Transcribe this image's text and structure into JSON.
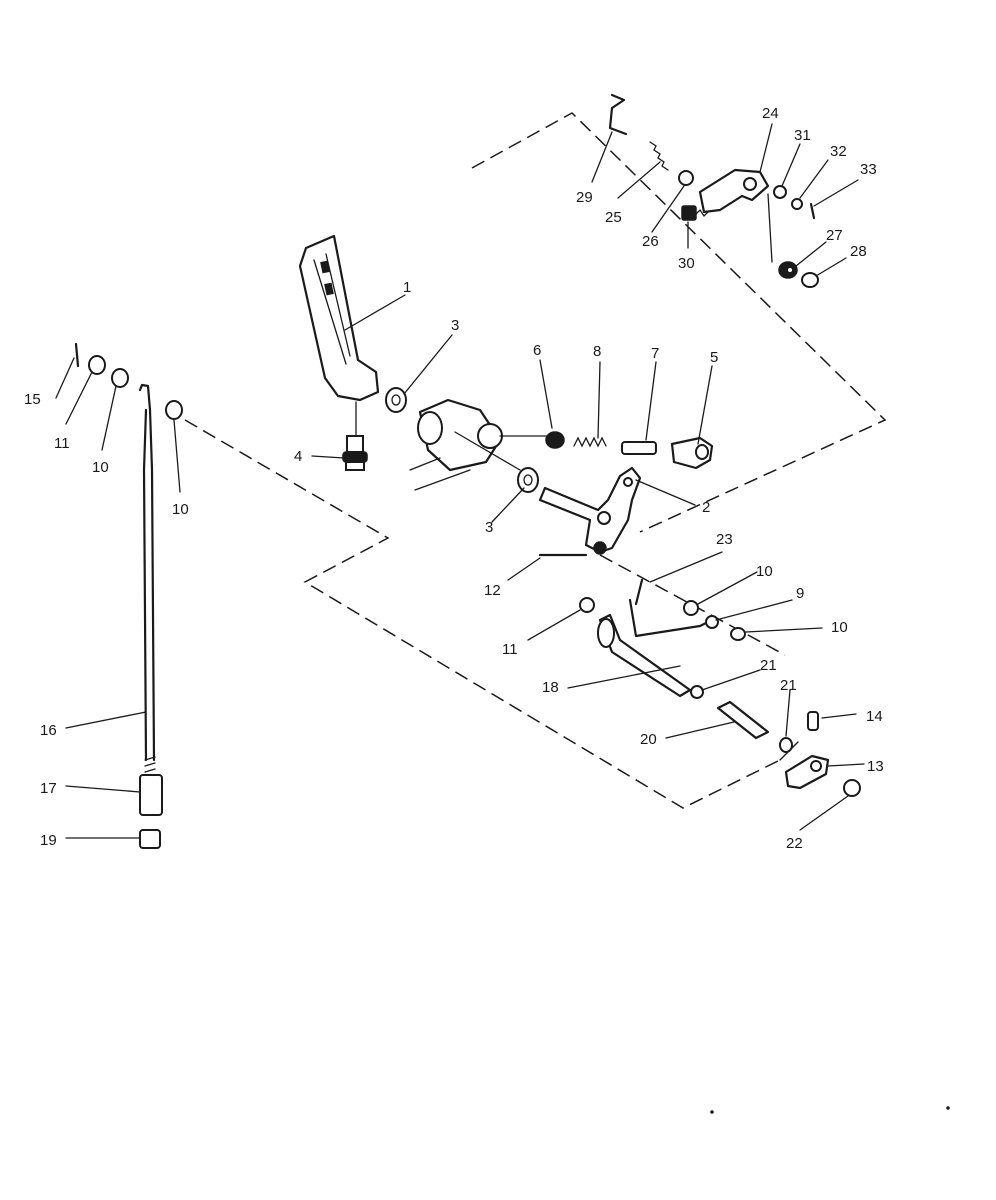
{
  "diagram": {
    "callouts": [
      {
        "id": "c1",
        "text": "1"
      },
      {
        "id": "c2",
        "text": "2"
      },
      {
        "id": "c3a",
        "text": "3"
      },
      {
        "id": "c3b",
        "text": "3"
      },
      {
        "id": "c4",
        "text": "4"
      },
      {
        "id": "c5",
        "text": "5"
      },
      {
        "id": "c6",
        "text": "6"
      },
      {
        "id": "c7",
        "text": "7"
      },
      {
        "id": "c8",
        "text": "8"
      },
      {
        "id": "c9",
        "text": "9"
      },
      {
        "id": "c10a",
        "text": "10"
      },
      {
        "id": "c10b",
        "text": "10"
      },
      {
        "id": "c10c",
        "text": "10"
      },
      {
        "id": "c10d",
        "text": "10"
      },
      {
        "id": "c11a",
        "text": "11"
      },
      {
        "id": "c11b",
        "text": "11"
      },
      {
        "id": "c12",
        "text": "12"
      },
      {
        "id": "c13",
        "text": "13"
      },
      {
        "id": "c14",
        "text": "14"
      },
      {
        "id": "c15",
        "text": "15"
      },
      {
        "id": "c16",
        "text": "16"
      },
      {
        "id": "c17",
        "text": "17"
      },
      {
        "id": "c18",
        "text": "18"
      },
      {
        "id": "c19",
        "text": "19"
      },
      {
        "id": "c20",
        "text": "20"
      },
      {
        "id": "c21a",
        "text": "21"
      },
      {
        "id": "c21b",
        "text": "21"
      },
      {
        "id": "c22",
        "text": "22"
      },
      {
        "id": "c23",
        "text": "23"
      },
      {
        "id": "c24",
        "text": "24"
      },
      {
        "id": "c25",
        "text": "25"
      },
      {
        "id": "c26",
        "text": "26"
      },
      {
        "id": "c27",
        "text": "27"
      },
      {
        "id": "c28",
        "text": "28"
      },
      {
        "id": "c29",
        "text": "29"
      },
      {
        "id": "c30",
        "text": "30"
      },
      {
        "id": "c31",
        "text": "31"
      },
      {
        "id": "c32",
        "text": "32"
      },
      {
        "id": "c33",
        "text": "33"
      }
    ]
  }
}
